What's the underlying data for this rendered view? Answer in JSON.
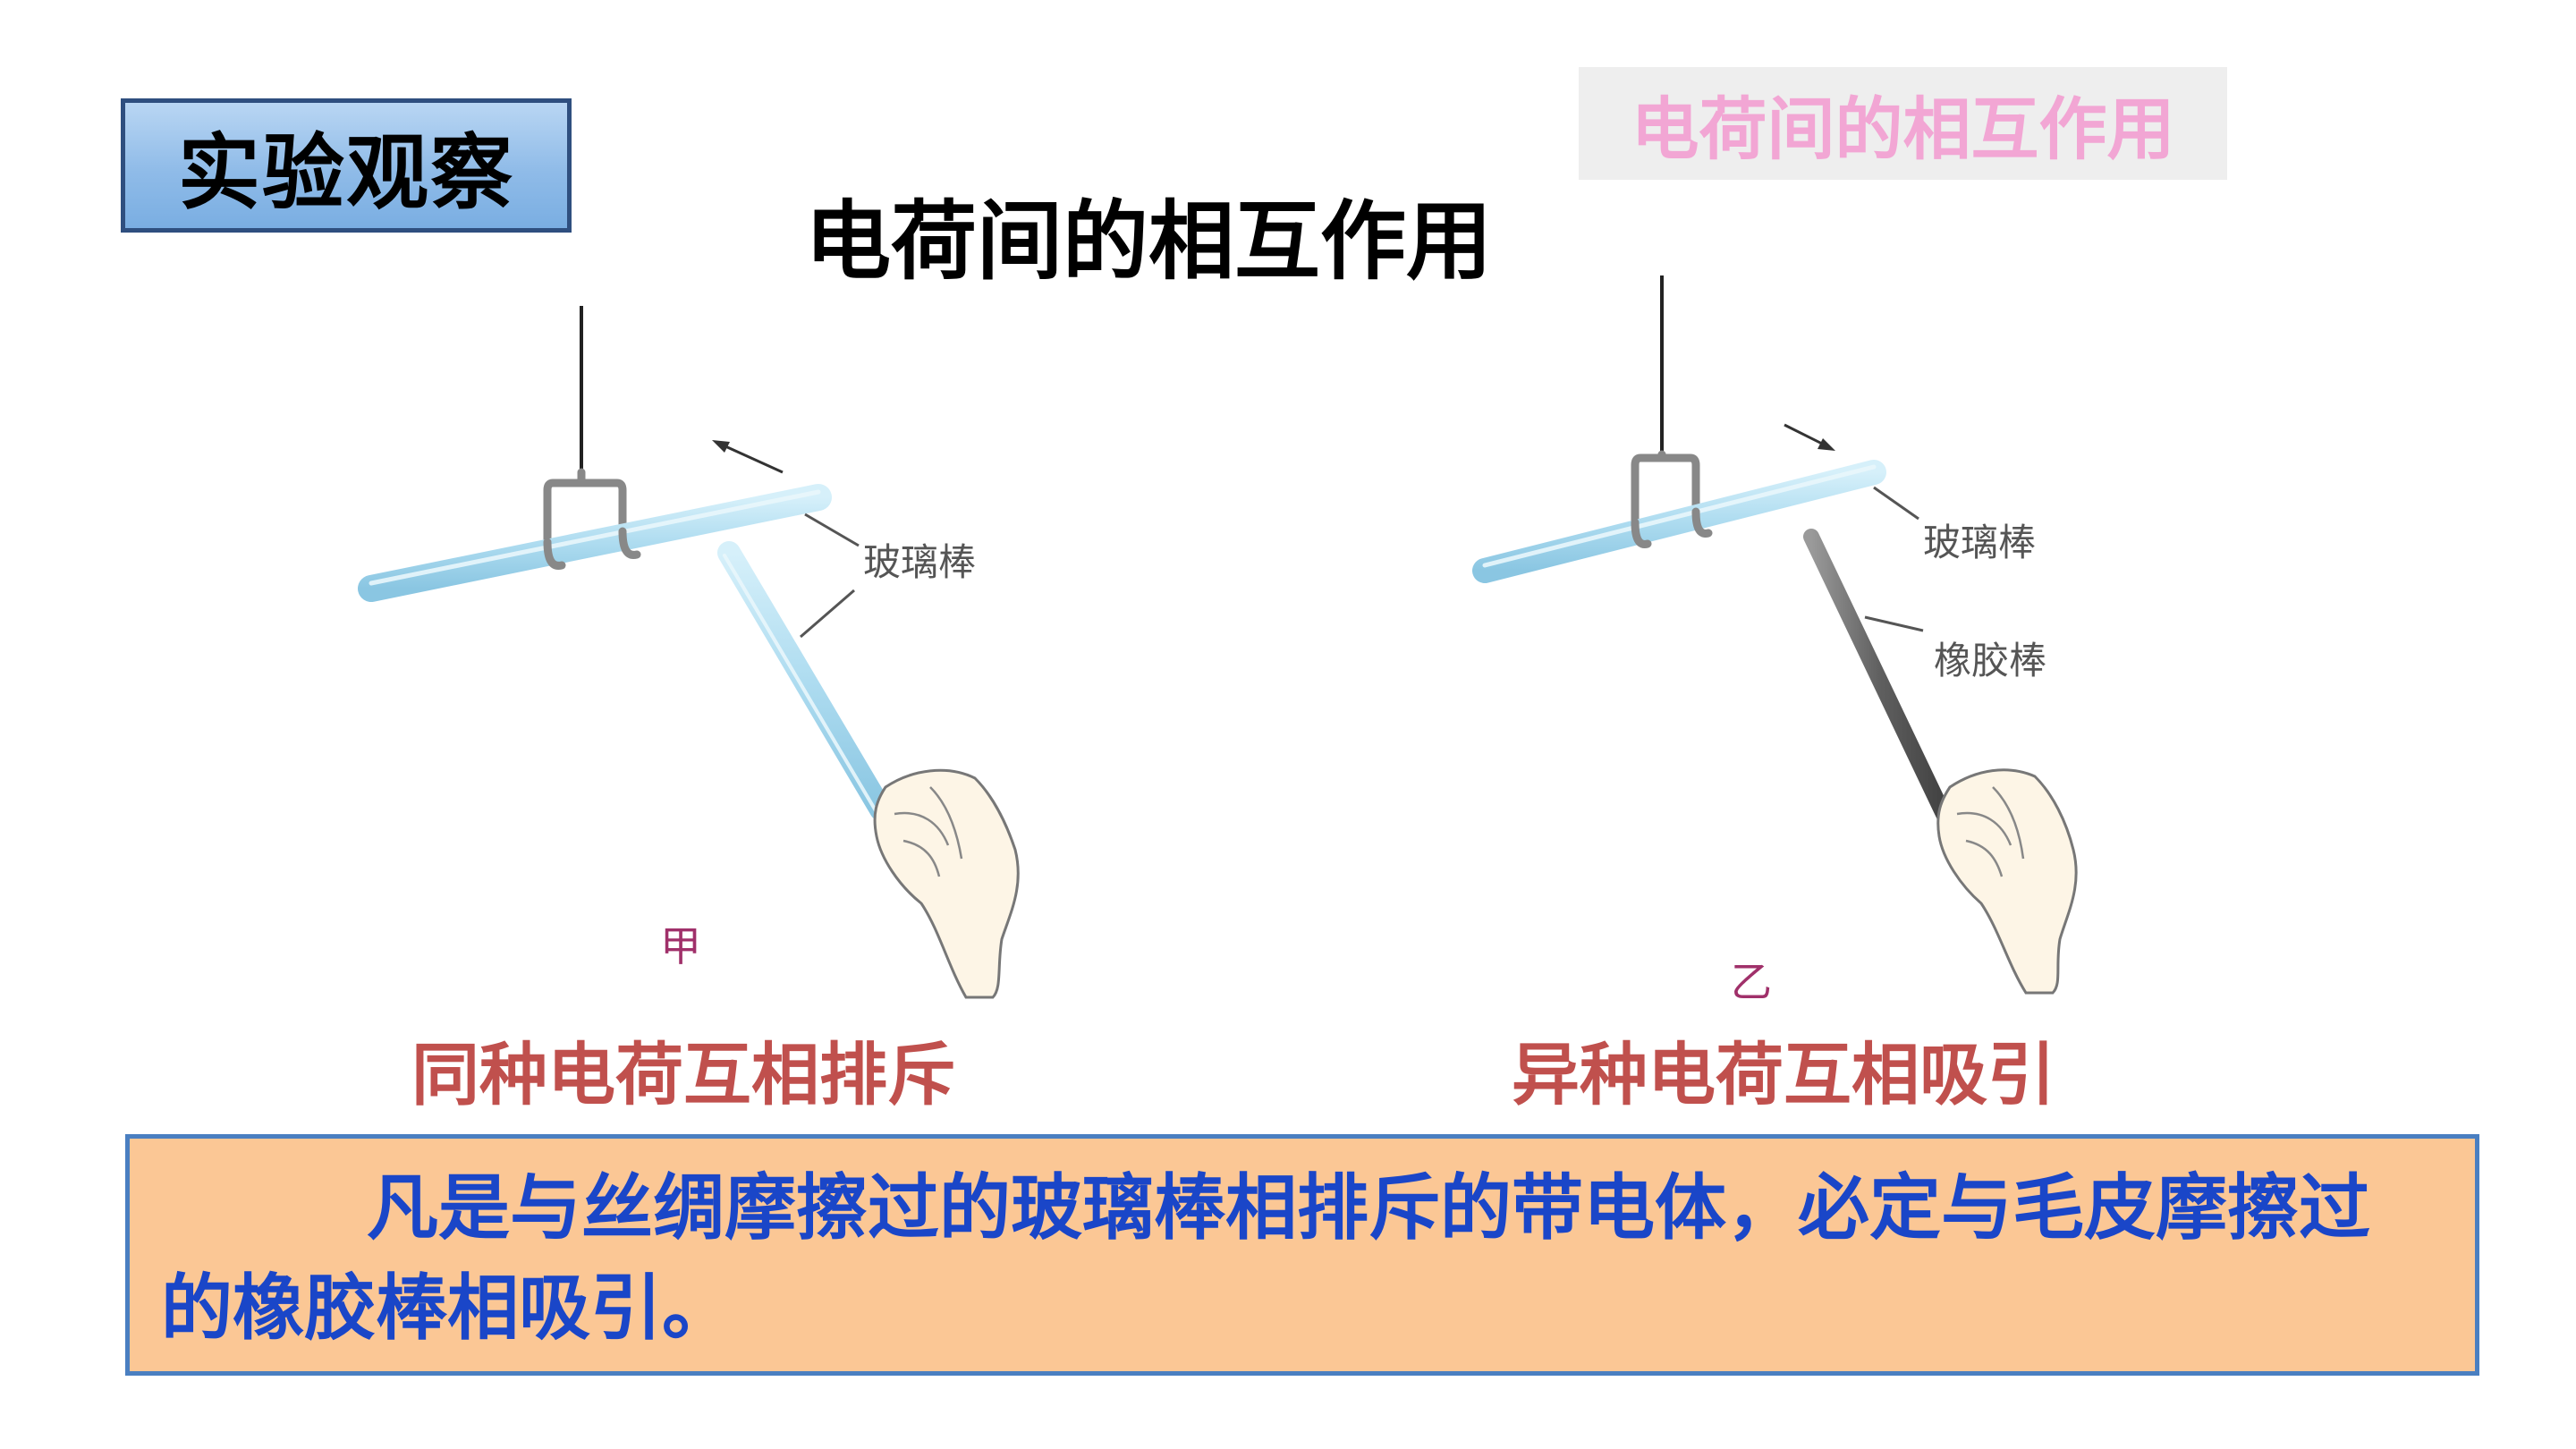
{
  "badge": {
    "text": "实验观察"
  },
  "topic_tag": {
    "text": "电荷间的相互作用"
  },
  "title": {
    "text": "电荷间的相互作用"
  },
  "figure_left": {
    "rod_label": "玻璃棒",
    "panel_label": "甲",
    "result": "同种电荷互相排斥",
    "colors": {
      "glass_rod": "#aedcf0",
      "result": "#c0504d"
    }
  },
  "figure_right": {
    "rod_label_glass": "玻璃棒",
    "rod_label_rubber": "橡胶棒",
    "panel_label": "乙",
    "result": "异种电荷互相吸引",
    "colors": {
      "glass_rod": "#aedcf0",
      "rubber_rod": "#6b6b6b",
      "result": "#c0504d"
    }
  },
  "conclusion": {
    "text": "凡是与丝绸摩擦过的玻璃棒相排斥的带电体，必定与毛皮摩擦过的橡胶棒相吸引。",
    "colors": {
      "background": "#fbc795",
      "text": "#1a46c8",
      "border": "#4a7fc1"
    }
  }
}
